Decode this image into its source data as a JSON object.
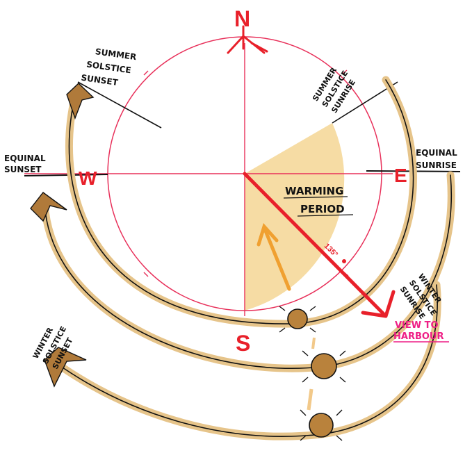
{
  "compass": {
    "north": "N",
    "south": "S",
    "east": "E",
    "west": "W"
  },
  "labels": {
    "summer_sunset": [
      "SUMMER",
      "SOLSTICE",
      "SUNSET"
    ],
    "summer_sunrise": [
      "SUMMER",
      "SOLSTICE",
      "SUNRISE"
    ],
    "equinal_sunset": [
      "EQUINAL",
      "SUNSET"
    ],
    "equinal_sunrise": [
      "EQUINAL",
      "SUNRISE"
    ],
    "winter_sunrise": [
      "WINTER",
      "SOLSTICE",
      "SUNRISE"
    ],
    "winter_sunset": [
      "WINTER",
      "SOLSTICE",
      "SUNSET"
    ],
    "warming_period": [
      "WARMING",
      "PERIOD"
    ],
    "angle": "135°",
    "view": [
      "VIEW TO",
      "HARBOUR"
    ]
  },
  "colors": {
    "circle": "#e8305a",
    "compass_red": "#e8202a",
    "warming_fill": "#f6dca4",
    "sun_path": "#c99a4a",
    "view_text": "#ee1f86"
  }
}
